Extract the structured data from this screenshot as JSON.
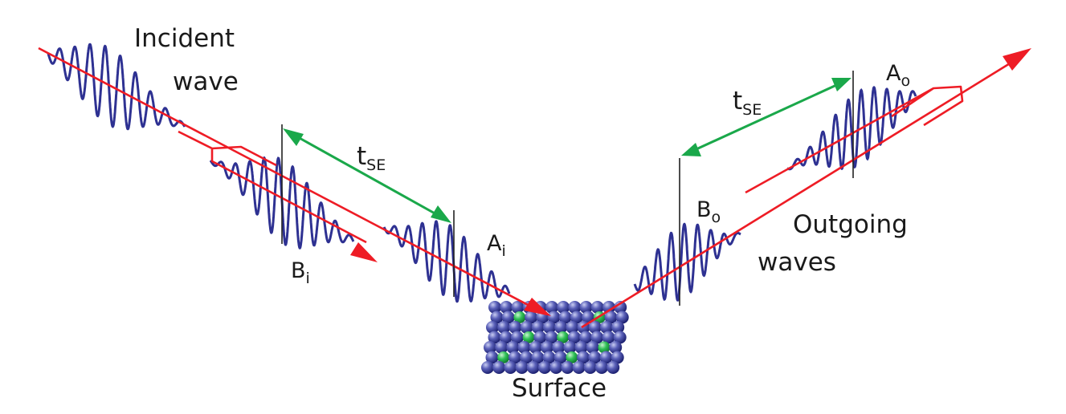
{
  "labels": {
    "incident_line1": "Incident",
    "incident_line2": "wave",
    "outgoing_line1": "Outgoing",
    "outgoing_line2": "waves",
    "surface": "Surface",
    "tse_main": "t",
    "tse_sub": "SE",
    "a_main": "A",
    "a_in_sub": "i",
    "a_out_sub": "o",
    "b_main": "B",
    "b_in_sub": "i",
    "b_out_sub": "o"
  },
  "colors": {
    "beam": "#ee1c25",
    "wave": "#2e3192",
    "spin_echo_arrow": "#1aa84a",
    "marker": "#222222",
    "surface_atom": "#3a3f9a",
    "adsorbate": "#22b14c"
  },
  "icons": {
    "surface": "atom-lattice",
    "beam_direction": "arrow",
    "spin_echo_time": "double-headed-arrow"
  }
}
